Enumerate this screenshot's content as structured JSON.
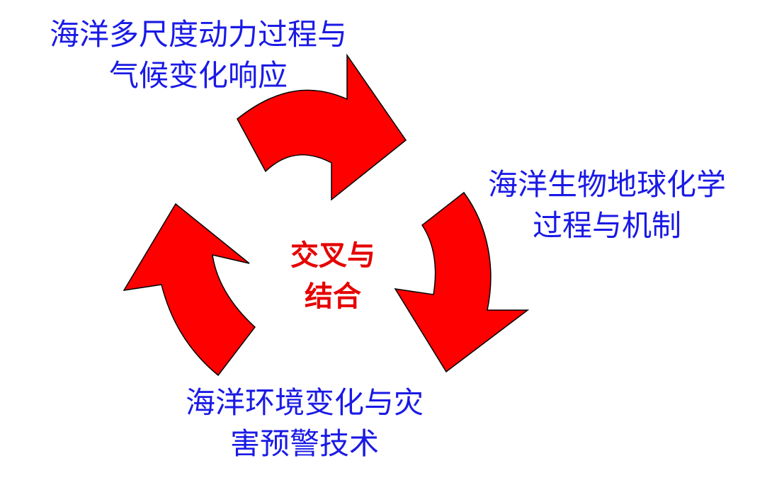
{
  "colors": {
    "arrow_fill": "#ff0000",
    "arrow_stroke": "#000000",
    "label_text": "#1a1ae6",
    "center_text": "#e60000"
  },
  "labels": {
    "top": {
      "line1": "海洋多尺度动力过程与",
      "line2": "气候变化响应"
    },
    "right": {
      "line1": "海洋生物地球化学",
      "line2": "过程与机制"
    },
    "bottom": {
      "line1": "海洋环境变化与灾",
      "line2": "害预警技术"
    },
    "center": {
      "line1": "交叉与",
      "line2": "结合"
    }
  },
  "arrows": [
    {
      "name": "arrow-top",
      "direction": "clockwise"
    },
    {
      "name": "arrow-right",
      "direction": "clockwise"
    },
    {
      "name": "arrow-left",
      "direction": "clockwise"
    }
  ]
}
